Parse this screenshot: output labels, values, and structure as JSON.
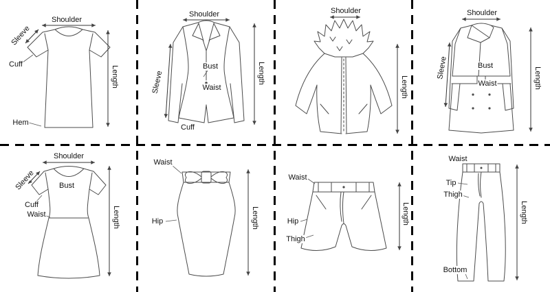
{
  "colors": {
    "background": "#ffffff",
    "line_art": "#4a4a4a",
    "separator": "#000000",
    "label_text": "#111111"
  },
  "panels": [
    {
      "name": "t-shirt",
      "labels": {
        "shoulder": "Shoulder",
        "sleeve": "Sleeve",
        "cuff": "Cuff",
        "hem": "Hem",
        "length": "Length"
      }
    },
    {
      "name": "blazer",
      "labels": {
        "shoulder": "Shoulder",
        "sleeve": "Sleeve",
        "bust": "Bust",
        "waist": "Waist",
        "cuff": "Cuff",
        "length": "Length"
      }
    },
    {
      "name": "fur-hooded-coat",
      "labels": {
        "shoulder": "Shoulder",
        "length": "Length"
      }
    },
    {
      "name": "trench-coat",
      "labels": {
        "shoulder": "Shoulder",
        "sleeve": "Sleeve",
        "bust": "Bust",
        "waist": "Waist",
        "length": "Length"
      }
    },
    {
      "name": "dress",
      "labels": {
        "shoulder": "Shoulder",
        "sleeve": "Sleeve",
        "bust": "Bust",
        "cuff": "Cuff",
        "waist": "Waist",
        "length": "Length"
      }
    },
    {
      "name": "pencil-skirt",
      "labels": {
        "waist": "Waist",
        "hip": "Hip",
        "length": "Length"
      }
    },
    {
      "name": "shorts",
      "labels": {
        "waist": "Waist",
        "hip": "Hip",
        "thigh": "Thigh",
        "length": "Length"
      }
    },
    {
      "name": "pants",
      "labels": {
        "waist": "Waist",
        "tip": "Tip",
        "thigh": "Thigh",
        "bottom": "Bottom",
        "length": "Length"
      }
    }
  ]
}
